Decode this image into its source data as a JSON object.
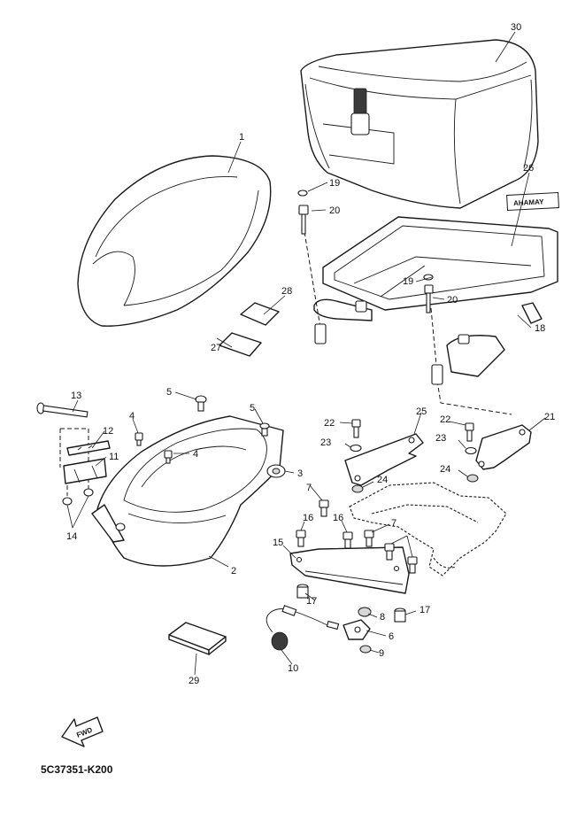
{
  "diagram_code": "5C37351-K200",
  "sticker_text": "AHAMAY",
  "fwd_text": "FWD",
  "callouts": {
    "c1": "1",
    "c2": "2",
    "c3": "3",
    "c4a": "4",
    "c4b": "4",
    "c5a": "5",
    "c5b": "5",
    "c6": "6",
    "c7a": "7",
    "c7b": "7",
    "c8": "8",
    "c9": "9",
    "c10": "10",
    "c11": "11",
    "c12": "12",
    "c13": "13",
    "c14": "14",
    "c15": "15",
    "c16a": "16",
    "c16b": "16",
    "c17a": "17",
    "c17b": "17",
    "c18": "18",
    "c19a": "19",
    "c19b": "19",
    "c20a": "20",
    "c20b": "20",
    "c21": "21",
    "c22a": "22",
    "c22b": "22",
    "c23a": "23",
    "c23b": "23",
    "c24a": "24",
    "c24b": "24",
    "c25": "25",
    "c26": "26",
    "c27": "27",
    "c28": "28",
    "c29": "29",
    "c30": "30"
  }
}
